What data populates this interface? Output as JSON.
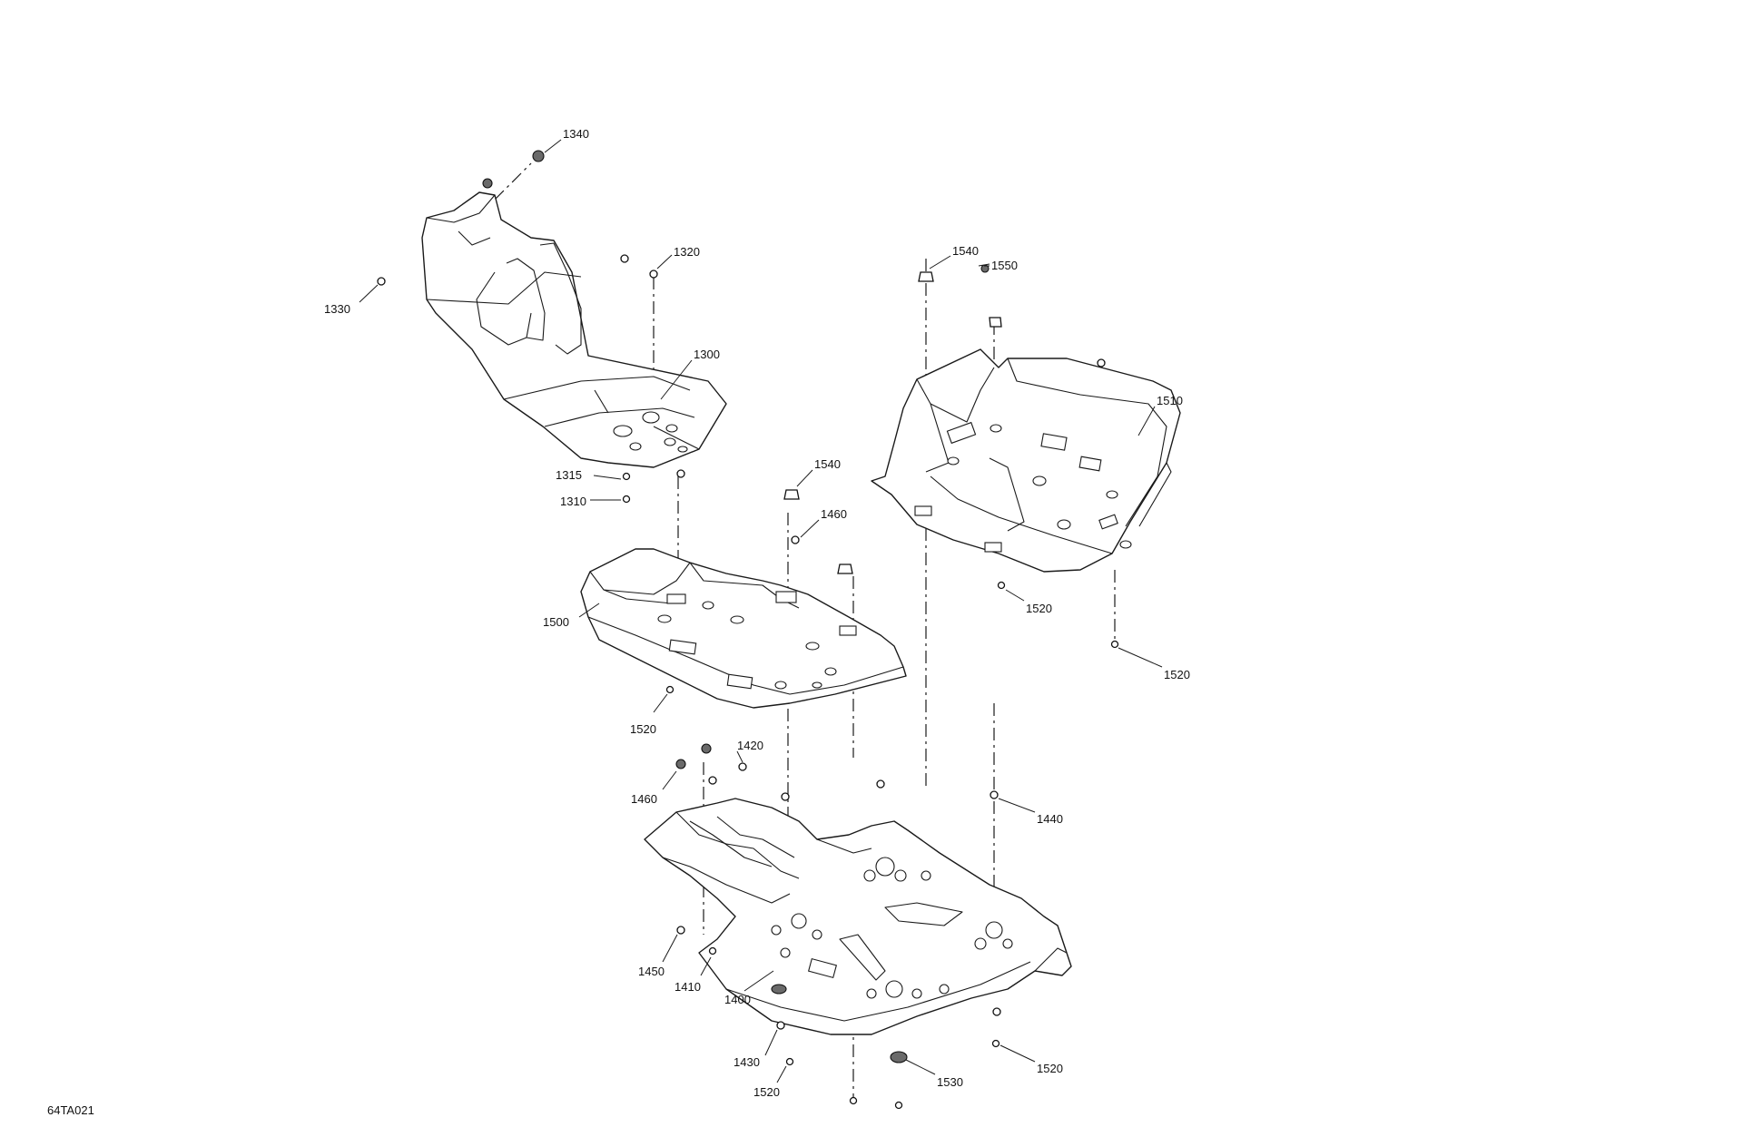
{
  "diagram_code": "64TA021",
  "callouts": {
    "c1340": "1340",
    "c1320": "1320",
    "c1330": "1330",
    "c1300": "1300",
    "c1315": "1315",
    "c1310": "1310",
    "c1540a": "1540",
    "c1550": "1550",
    "c1510": "1510",
    "c1540b": "1540",
    "c1460a": "1460",
    "c1500": "1500",
    "c1520a": "1520",
    "c1520b": "1520",
    "c1520c": "1520",
    "c1420": "1420",
    "c1460b": "1460",
    "c1440": "1440",
    "c1450": "1450",
    "c1410": "1410",
    "c1400": "1400",
    "c1430": "1430",
    "c1520d": "1520",
    "c1530": "1530",
    "c1520e": "1520"
  }
}
